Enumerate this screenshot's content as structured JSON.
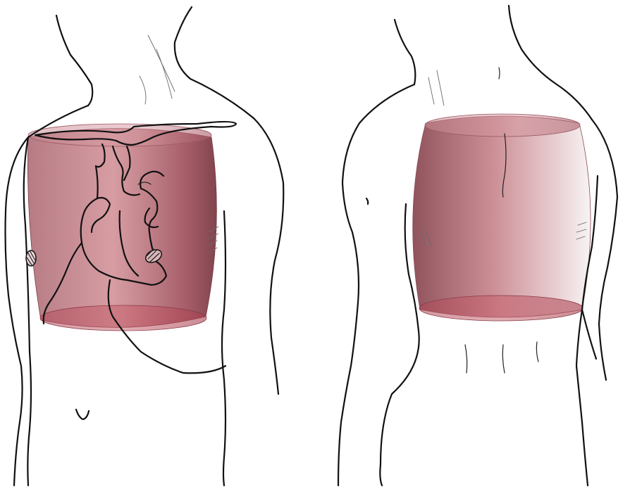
{
  "colors": {
    "background": "#ffffff",
    "line_art": "#111111",
    "volume_dark": "#7a3a44",
    "volume_mid": "#c97c84",
    "volume_light": "#f2e8ea",
    "volume_base": "#b04a58"
  },
  "panels": [
    {
      "view": "front",
      "shows": [
        "torso-outline",
        "heart",
        "great-vessels",
        "nipples",
        "navel",
        "volume-cylinder"
      ]
    },
    {
      "view": "back",
      "shows": [
        "torso-outline",
        "spine-line",
        "volume-cylinder"
      ]
    }
  ]
}
